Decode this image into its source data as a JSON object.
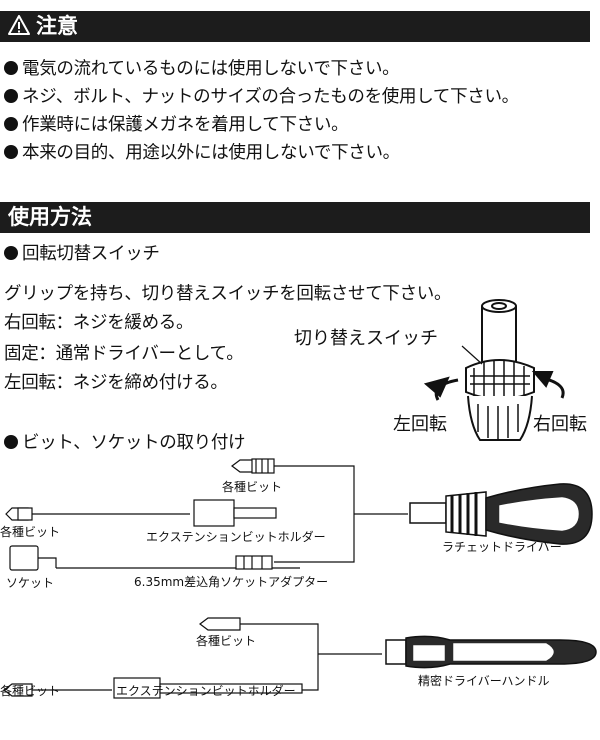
{
  "caution": {
    "title": "注意",
    "items": [
      "電気の流れているものには使用しないで下さい。",
      "ネジ、ボルト、ナットのサイズの合ったものを使用して下さい。",
      "作業時には保護メガネを着用して下さい。",
      "本来の目的、用途以外には使用しないで下さい。"
    ]
  },
  "usage": {
    "title": "使用方法",
    "switch_heading": "回転切替スイッチ",
    "lines": [
      "グリップを持ち、切り替えスイッチを回転させて下さい。",
      "右回転：ネジを緩める。",
      "固定：通常ドライバーとして。",
      "左回転：ネジを締め付ける。"
    ],
    "switch_label": "切り替えスイッチ",
    "left_rotation": "左回転",
    "right_rotation": "右回転",
    "bits_heading": "ビット、ソケットの取り付け"
  },
  "diagram": {
    "various_bits": "各種ビット",
    "extension_holder": "エクステンションビットホルダー",
    "socket": "ソケット",
    "socket_adapter": "6.35mm差込角ソケットアダプター",
    "ratchet_driver": "ラチェットドライバー",
    "precision_handle": "精密ドライバーハンドル"
  }
}
